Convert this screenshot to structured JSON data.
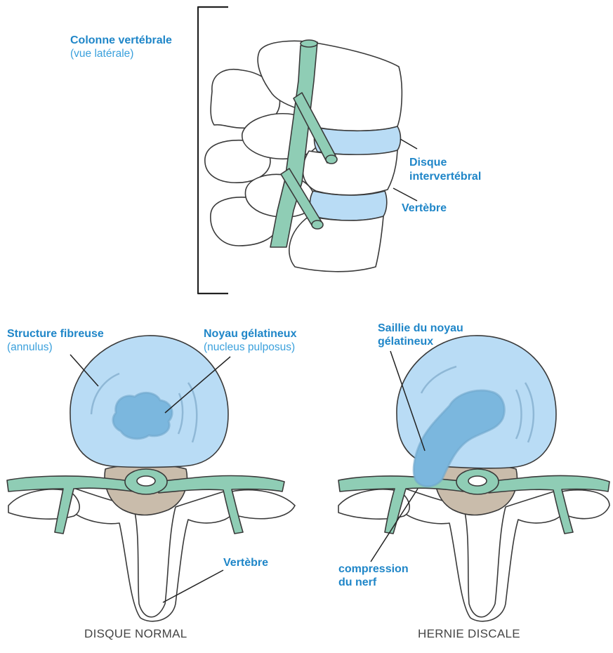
{
  "labels": {
    "spine_title": "Colonne vertébrale",
    "spine_subtitle": "(vue latérale)",
    "disc_line1": "Disque",
    "disc_line2": "intervertébral",
    "vertebra_top": "Vertèbre",
    "annulus_title": "Structure fibreuse",
    "annulus_subtitle": "(annulus)",
    "nucleus_title": "Noyau gélatineux",
    "nucleus_subtitle": "(nucleus pulposus)",
    "vertebra_bottom": "Vertèbre",
    "protrusion_line1": "Saillie du noyau",
    "protrusion_line2": "gélatineux",
    "compression_line1": "compression",
    "compression_line2": "du nerf"
  },
  "captions": {
    "normal": "DISQUE NORMAL",
    "hernia": "HERNIE DISCALE"
  },
  "colors": {
    "label_blue": "#1f86c8",
    "disc_blue": "#b9dcf5",
    "nucleus_blue": "#7bb7de",
    "nerve_green": "#8fcdb5",
    "cord_brown": "#c9bcab",
    "outline": "#3a3a3a"
  }
}
